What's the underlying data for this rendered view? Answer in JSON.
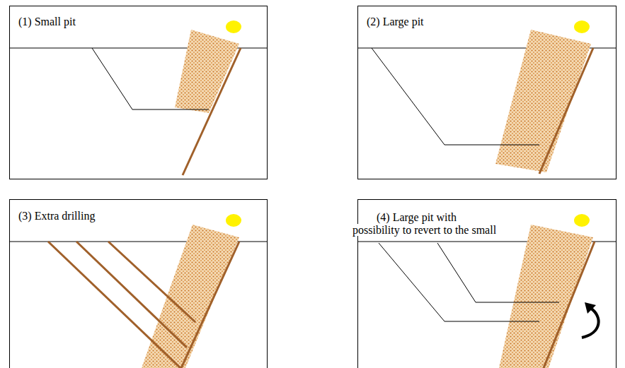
{
  "diagram": {
    "nodes": [
      {
        "text": [
          "(1) Small pit"
        ]
      },
      {
        "text": [
          "(2) Large pit"
        ]
      },
      {
        "text": [
          "(3) Extra drilling"
        ]
      },
      {
        "text": [
          "(4) Large pit with possibility to revert to the small"
        ]
      }
    ]
  }
}
